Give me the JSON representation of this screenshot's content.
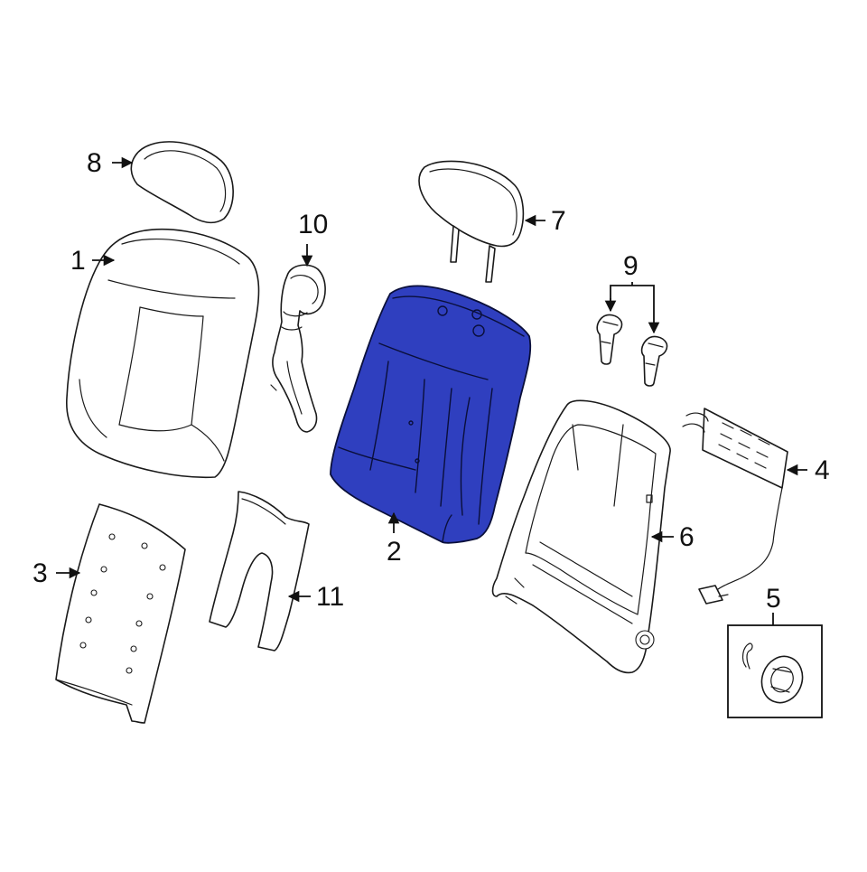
{
  "colors": {
    "background": "#ffffff",
    "line": "#1a1a1a",
    "highlight_fill": "#2f3fbf",
    "highlight_stroke": "#0a0f3a"
  },
  "highlighted_part": "2",
  "callouts": {
    "c1": "1",
    "c2": "2",
    "c3": "3",
    "c4": "4",
    "c5": "5",
    "c6": "6",
    "c7": "7",
    "c8": "8",
    "c9": "9",
    "c10": "10",
    "c11": "11"
  }
}
